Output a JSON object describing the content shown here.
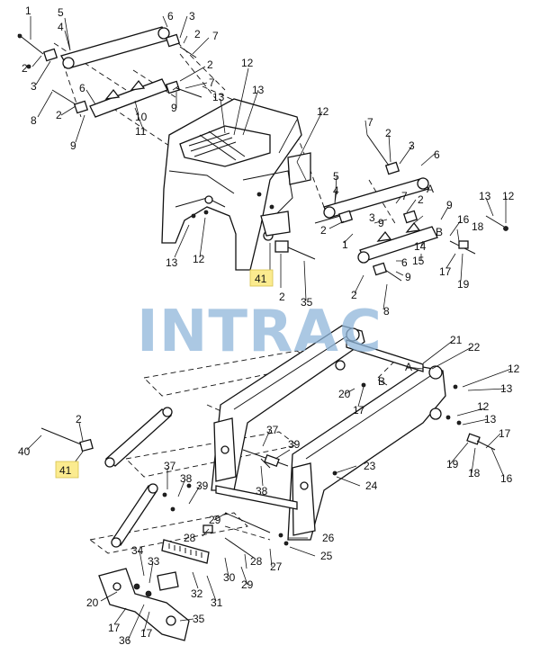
{
  "watermark": "INTRAC",
  "labels": {
    "l1a": "1",
    "l5a": "5",
    "l4a": "4",
    "l6a": "6",
    "l3a": "3",
    "l2a": "2",
    "l7a": "7",
    "l2b": "2",
    "l3b": "3",
    "l2c": "2",
    "l7b": "7",
    "l8a": "8",
    "l2d": "2",
    "l9a": "9",
    "l10a": "10",
    "l11a": "11",
    "l6b": "6",
    "l9b": "9",
    "l12a": "12",
    "l13a": "13",
    "l13b": "13",
    "l12b": "12",
    "l13c": "13",
    "l12c": "12",
    "l41a": "41",
    "l2e": "2",
    "l35a": "35",
    "l1b": "1",
    "l2f": "2",
    "l3c": "3",
    "l9c": "9",
    "l14a": "14",
    "l15a": "15",
    "l6c": "6",
    "l9d": "9",
    "l2g": "2",
    "l8b": "8",
    "l7c": "7",
    "l2h": "2",
    "l3d": "3",
    "l6d": "6",
    "l5b": "5",
    "l4b": "4",
    "lAa": "A",
    "l7d": "7",
    "l2i": "2",
    "l9e": "9",
    "lBa": "B",
    "l16a": "16",
    "l18a": "18",
    "l17a": "17",
    "l19a": "19",
    "l13d": "13",
    "l12d": "12",
    "l21a": "21",
    "l22a": "22",
    "lAb": "A",
    "l12e": "12",
    "l13e": "13",
    "l20a": "20",
    "lBb": "B",
    "l17b": "17",
    "l12f": "12",
    "l13f": "13",
    "l17c": "17",
    "l19b": "19",
    "l18b": "18",
    "l16b": "16",
    "l23a": "23",
    "l24a": "24",
    "l37a": "37",
    "l39a": "39",
    "l38a": "38",
    "l40a": "40",
    "l2j": "2",
    "l41b": "41",
    "l37b": "37",
    "l38b": "38",
    "l39b": "39",
    "l29a": "29",
    "l28a": "28",
    "l26a": "26",
    "l25a": "25",
    "l28b": "28",
    "l27a": "27",
    "l30a": "30",
    "l29b": "29",
    "l34a": "34",
    "l33a": "33",
    "l32a": "32",
    "l31a": "31",
    "l20b": "20",
    "l17d": "17",
    "l35b": "35",
    "l36a": "36",
    "l17e": "17"
  }
}
